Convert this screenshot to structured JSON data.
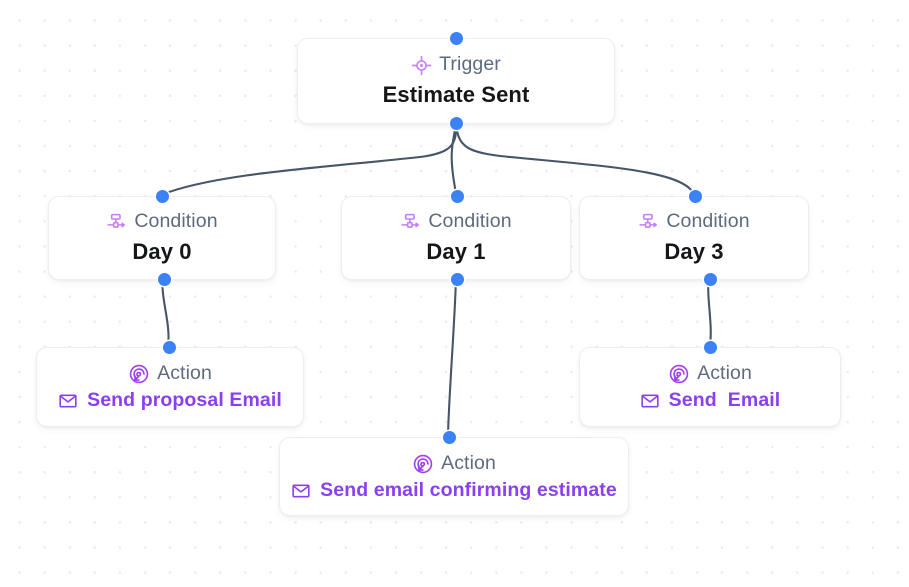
{
  "canvas": {
    "background": "#ffffff",
    "dot_color": "#e9ebee",
    "edge_color": "#475569",
    "handle_color": "#3b82f6",
    "accent_purple": "#8b3ff0",
    "type_label_color": "#5e6b7e"
  },
  "nodes": {
    "trigger": {
      "type_label": "Trigger",
      "title": "Estimate Sent",
      "icon": "crosshair-target-icon"
    },
    "condition_day0": {
      "type_label": "Condition",
      "title": "Day 0",
      "icon": "branch-split-icon"
    },
    "condition_day1": {
      "type_label": "Condition",
      "title": "Day 1",
      "icon": "branch-split-icon"
    },
    "condition_day3": {
      "type_label": "Condition",
      "title": "Day 3",
      "icon": "branch-split-icon"
    },
    "action_proposal": {
      "type_label": "Action",
      "sub_label": "Send proposal Email",
      "icon": "spiral-arrow-icon",
      "sub_icon": "envelope-icon"
    },
    "action_confirm": {
      "type_label": "Action",
      "sub_label": "Send email confirming estimate",
      "icon": "spiral-arrow-icon",
      "sub_icon": "envelope-icon"
    },
    "action_send": {
      "type_label": "Action",
      "sub_label": "Send  Email",
      "icon": "spiral-arrow-icon",
      "sub_icon": "envelope-icon"
    }
  }
}
